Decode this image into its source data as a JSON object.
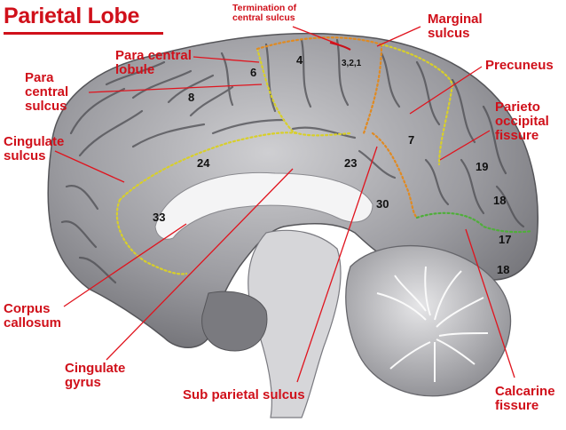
{
  "title": "Parietal Lobe",
  "labels": {
    "termination": "Termination of\ncentral sulcus",
    "marginal": "Marginal\nsulcus",
    "para_lobule": "Para central\nlobule",
    "precuneus": "Precuneus",
    "para_sulcus": "Para\ncentral\nsulcus",
    "parieto": "Parieto\noccipital\nfissure",
    "cingulate_sulcus": "Cingulate\nsulcus",
    "corpus": "Corpus\ncallosum",
    "cingulate_gyrus": "Cingulate\ngyrus",
    "subparietal": "Sub parietal sulcus",
    "calcarine": "Calcarine\nfissure"
  },
  "areas": {
    "a4": "4",
    "a321": "3,2,1",
    "a6": "6",
    "a8": "8",
    "a7": "7",
    "a24": "24",
    "a23": "23",
    "a19": "19",
    "a18a": "18",
    "a17": "17",
    "a18b": "18",
    "a33": "33",
    "a30": "30"
  },
  "colors": {
    "label": "#d0101a",
    "number": "#111111",
    "pointer": "#e0141e",
    "boundary_yellow": "#d8cf2a",
    "boundary_orange": "#e08a22",
    "boundary_green": "#4fae3a"
  }
}
